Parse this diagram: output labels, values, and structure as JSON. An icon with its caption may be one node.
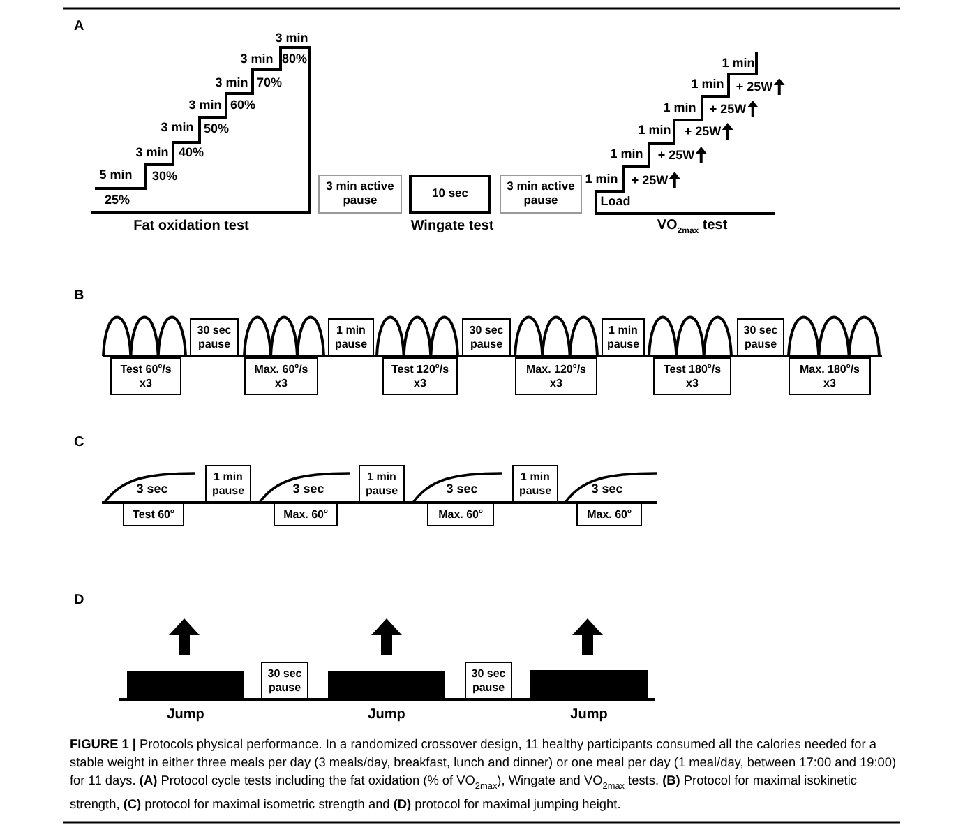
{
  "diagram": {
    "caption": "**FIGURE 1 |** Protocols physical performance. In a randomized crossover design, 11 healthy participants consumed all the calories needed for a stable weight in either three meals per day (3 meals/day, breakfast, lunch and dinner) or one meal per day (1 meal/day, between 17:00 and 19:00) for 11 days. **(A)** Protocol cycle tests including the fat oxidation (% of VO$_{2max}$), Wingate and VO$_{2max}$ tests. **(B)** Protocol for maximal isokinetic strength, **(C)** protocol for maximal isometric strength and **(D)** protocol for maximal jumping height.",
    "nodes": [
      {
        "text": [
          "3 min active pause"
        ]
      },
      {
        "text": [
          "10 sec"
        ]
      },
      {
        "text": [
          "3 min active pause"
        ]
      },
      {
        "text": [
          "Test 60$^{o}$/s x3"
        ]
      },
      {
        "text": [
          "30 sec pause"
        ]
      },
      {
        "text": [
          "Max. 60$^{o}$/s x3"
        ]
      },
      {
        "text": [
          "1 min pause"
        ]
      },
      {
        "text": [
          "Test 120$^{o}$/s x3"
        ]
      },
      {
        "text": [
          "30 sec pause"
        ]
      },
      {
        "text": [
          "Max. 120$^{o}$/s x3"
        ]
      },
      {
        "text": [
          "1 min pause"
        ]
      },
      {
        "text": [
          "Test 180$^{o}$/s x3"
        ]
      },
      {
        "text": [
          "30 sec pause"
        ]
      },
      {
        "text": [
          "Max. 180$^{o}$/s x3"
        ]
      },
      {
        "text": [
          "Test 60$^{o}$"
        ]
      },
      {
        "text": [
          "1 min pause"
        ]
      },
      {
        "text": [
          "Max. 60$^{o}$"
        ]
      },
      {
        "text": [
          "1 min pause"
        ]
      },
      {
        "text": [
          "Max. 60$^{o}$"
        ]
      },
      {
        "text": [
          "1 min pause"
        ]
      },
      {
        "text": [
          "Max. 60$^{o}$"
        ]
      },
      {
        "text": [],
        "shape": "bar",
        "beside": [
          "Jump"
        ]
      },
      {
        "text": [
          "30 sec pause"
        ]
      },
      {
        "text": [],
        "shape": "bar",
        "beside": [
          "Jump"
        ]
      },
      {
        "text": [
          "30 sec pause"
        ]
      },
      {
        "text": [],
        "shape": "bar",
        "beside": [
          "Jump"
        ]
      }
    ],
    "labels": [
      "A",
      "3 min",
      "3 min",
      "80%",
      "3 min",
      "70%",
      "3 min",
      "60%",
      "3 min",
      "50%",
      "3 min",
      "40%",
      "5 min",
      "30%",
      "25%",
      "Fat oxidation test",
      "Wingate test",
      "1 min",
      "1 min",
      "+ 25W",
      "1 min",
      "+ 25W",
      "1 min",
      "+ 25W",
      "1 min",
      "+ 25W",
      "1 min",
      "+ 25W",
      "Load",
      "VO$_{2max}$ test",
      "B",
      "C",
      "3 sec",
      "3 sec",
      "3 sec",
      "3 sec",
      "D"
    ]
  }
}
